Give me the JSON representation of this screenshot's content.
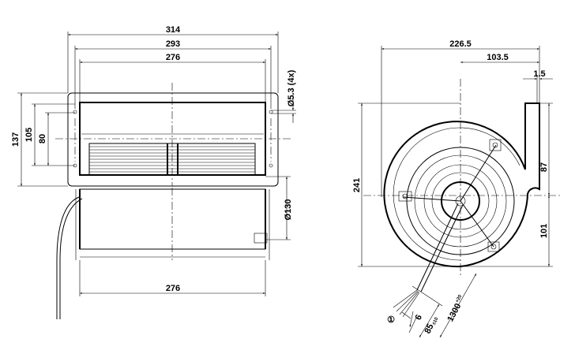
{
  "front_view": {
    "dims": {
      "overall_width": "314",
      "hole_spacing_width": "293",
      "housing_width": "276",
      "overall_height": "137",
      "hole_spacing_height": "105",
      "outlet_height": "80",
      "hole_diameter": "Ø5.3 (4x)"
    }
  },
  "top_view": {
    "dims": {
      "housing_width": "276",
      "inlet_diameter": "Ø130"
    }
  },
  "side_view": {
    "dims": {
      "overall_width": "226.5",
      "center_to_flange": "103.5",
      "flange_thickness": "1.5",
      "overall_height": "241",
      "center_to_top": "87",
      "center_to_bottom": "101",
      "lead_strip": "6",
      "lead_length_core": "85",
      "lead_length_core_tol": "±10",
      "cable_length": "1300",
      "cable_length_tol": "+20"
    },
    "callout": "①"
  }
}
